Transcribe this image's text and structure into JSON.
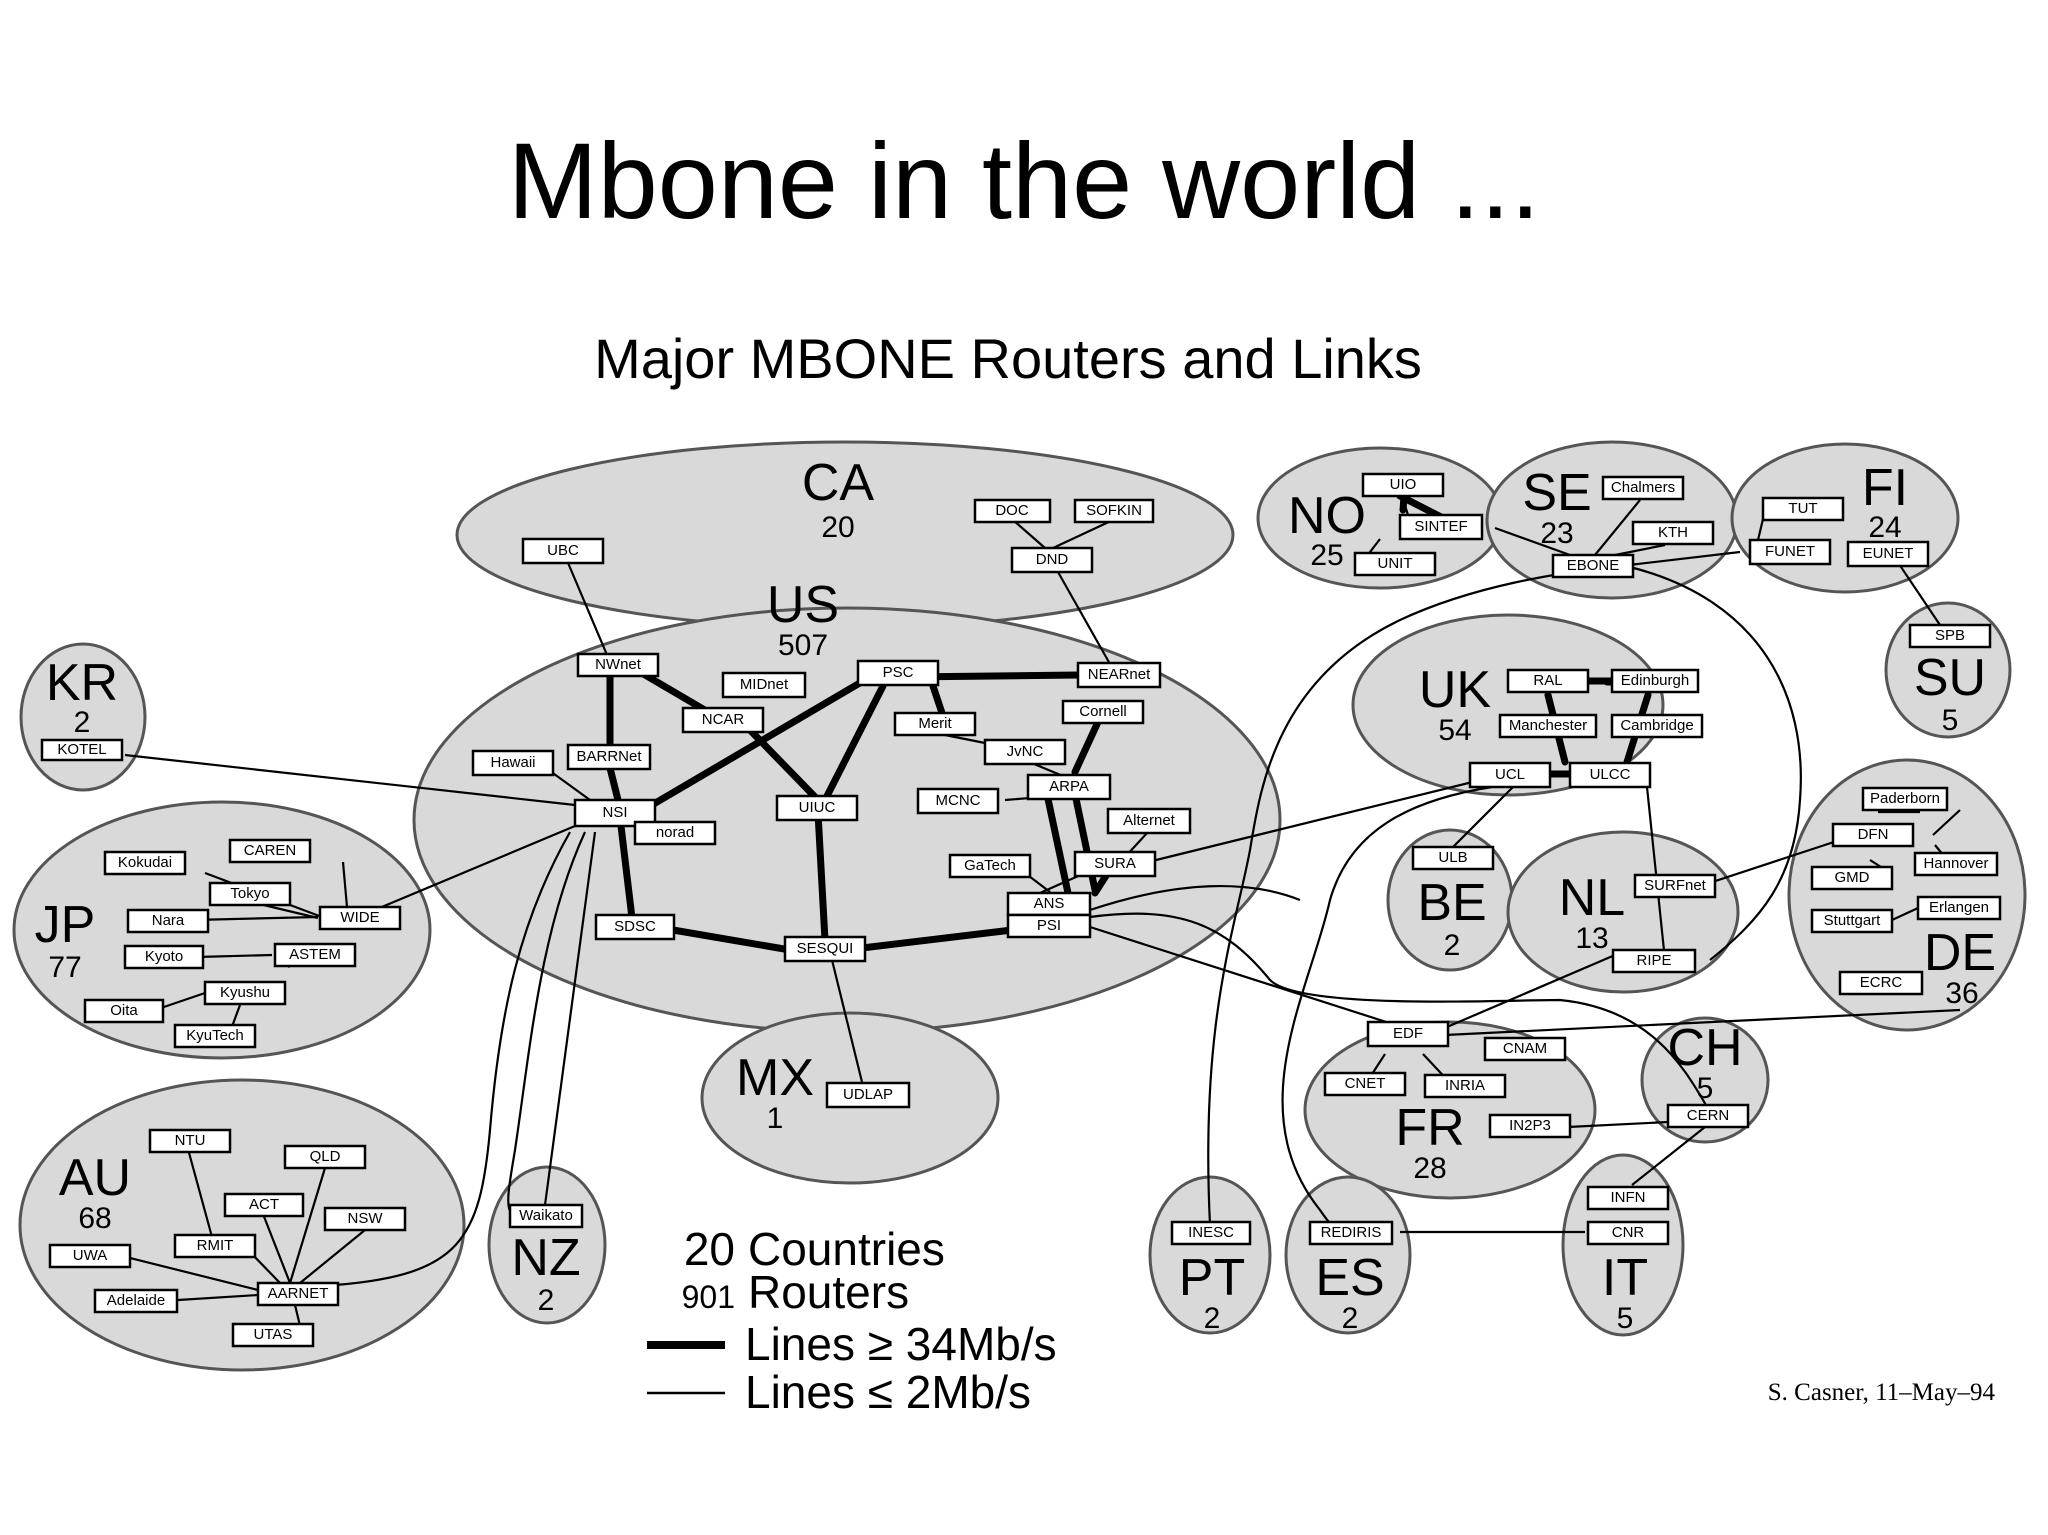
{
  "title": "Mbone in the world ...",
  "diagram_title": "Major MBONE Routers and Links",
  "credit": "S. Casner,  11–May–94",
  "legend": {
    "countries_num": "20",
    "countries_label": "Countries",
    "routers_num": "901",
    "routers_label": "Routers",
    "thick_label": "Lines ≥ 34Mb/s",
    "thin_label": "Lines ≤ 2Mb/s"
  },
  "regions": [
    {
      "code": "CA",
      "count": "20"
    },
    {
      "code": "US",
      "count": "507"
    },
    {
      "code": "KR",
      "count": "2"
    },
    {
      "code": "JP",
      "count": "77"
    },
    {
      "code": "AU",
      "count": "68"
    },
    {
      "code": "NZ",
      "count": "2"
    },
    {
      "code": "MX",
      "count": "1"
    },
    {
      "code": "NO",
      "count": "25"
    },
    {
      "code": "SE",
      "count": "23"
    },
    {
      "code": "FI",
      "count": "24"
    },
    {
      "code": "SU",
      "count": "5"
    },
    {
      "code": "UK",
      "count": "54"
    },
    {
      "code": "BE",
      "count": "2"
    },
    {
      "code": "NL",
      "count": "13"
    },
    {
      "code": "DE",
      "count": "36"
    },
    {
      "code": "FR",
      "count": "28"
    },
    {
      "code": "CH",
      "count": "5"
    },
    {
      "code": "PT",
      "count": "2"
    },
    {
      "code": "ES",
      "count": "2"
    },
    {
      "code": "IT",
      "count": "5"
    }
  ],
  "routers": [
    "UBC",
    "DOC",
    "SOFKIN",
    "DND",
    "NWnet",
    "MIDnet",
    "NCAR",
    "PSC",
    "NEARnet",
    "Merit",
    "Cornell",
    "JvNC",
    "ARPA",
    "BARRNet",
    "Hawaii",
    "NSI",
    "norad",
    "UIUC",
    "MCNC",
    "Alternet",
    "GaTech",
    "SURA",
    "ANS",
    "PSI",
    "SDSC",
    "SESQUI",
    "UDLAP",
    "KOTEL",
    "Kokudai",
    "CAREN",
    "Tokyo",
    "Nara",
    "WIDE",
    "Kyoto",
    "ASTEM",
    "Kyushu",
    "Oita",
    "KyuTech",
    "NTU",
    "QLD",
    "ACT",
    "NSW",
    "RMIT",
    "UWA",
    "AARNET",
    "Adelaide",
    "UTAS",
    "Waikato",
    "UIO",
    "SINTEF",
    "UNIT",
    "Chalmers",
    "KTH",
    "EBONE",
    "TUT",
    "FUNET",
    "EUNET",
    "SPB",
    "RAL",
    "Edinburgh",
    "Manchester",
    "Cambridge",
    "UCL",
    "ULCC",
    "ULB",
    "SURFnet",
    "RIPE",
    "Paderborn",
    "DFN",
    "GMD",
    "Hannover",
    "Stuttgart",
    "Erlangen",
    "ECRC",
    "EDF",
    "CNAM",
    "CNET",
    "INRIA",
    "IN2P3",
    "CERN",
    "INFN",
    "CNR",
    "INESC",
    "REDIRIS"
  ]
}
